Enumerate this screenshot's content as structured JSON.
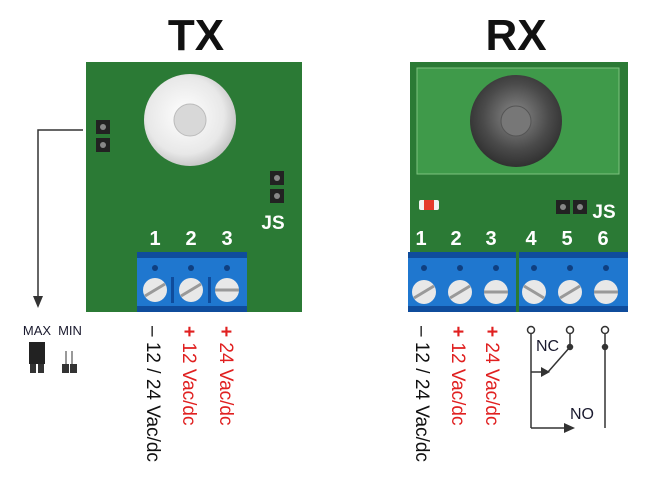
{
  "tx": {
    "title": "TX",
    "terminals": [
      "1",
      "2",
      "3"
    ],
    "jumper_label": "JS",
    "wiring": [
      {
        "sign": "–",
        "text": "12 / 24 Vac/dc",
        "color": "#111111"
      },
      {
        "sign": "+",
        "text": "12 Vac/dc",
        "color": "#e02020"
      },
      {
        "sign": "+",
        "text": "24 Vac/dc",
        "color": "#e02020"
      }
    ],
    "range_labels": {
      "max": "MAX",
      "min": "MIN"
    }
  },
  "rx": {
    "title": "RX",
    "terminals": [
      "1",
      "2",
      "3",
      "4",
      "5",
      "6"
    ],
    "jumper_label": "JS",
    "wiring": [
      {
        "sign": "–",
        "text": "12 / 24 Vac/dc",
        "color": "#111111"
      },
      {
        "sign": "+",
        "text": "12 Vac/dc",
        "color": "#e02020"
      },
      {
        "sign": "+",
        "text": "24 Vac/dc",
        "color": "#e02020"
      }
    ],
    "relay": {
      "nc": "NC",
      "no": "NO"
    }
  },
  "colors": {
    "board": "#2b7a35",
    "block": "#1f77cf",
    "block_dark": "#0f4c9c",
    "red": "#e02020"
  }
}
